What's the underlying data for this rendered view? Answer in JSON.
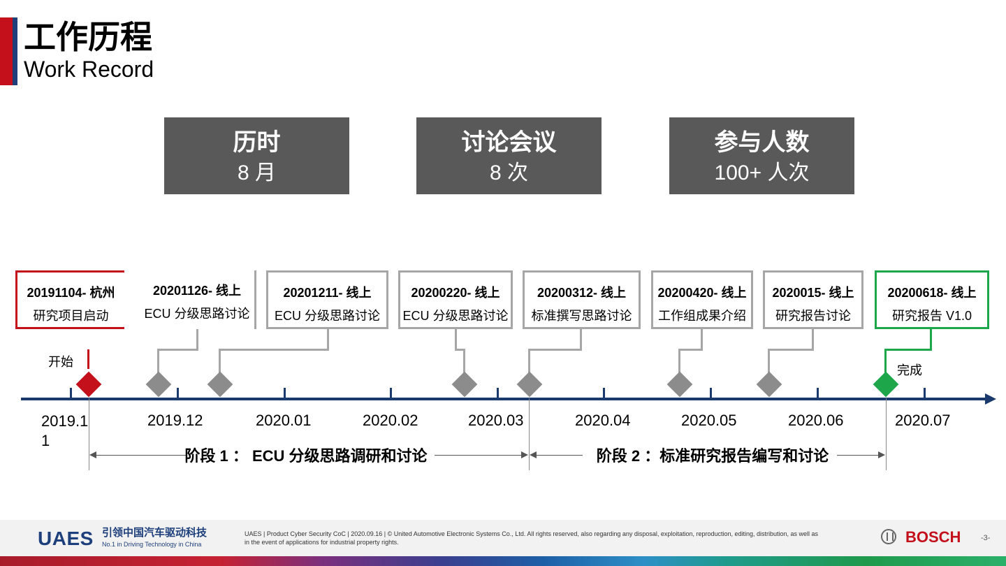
{
  "header": {
    "title_cn": "工作历程",
    "title_en": "Work Record"
  },
  "stats": [
    {
      "label": "历时",
      "value": "8  月"
    },
    {
      "label": "讨论会议",
      "value": "8  次"
    },
    {
      "label": "参与人数",
      "value": "100+  人次"
    }
  ],
  "events": [
    {
      "date": "20191104- 杭州",
      "title": "研究项目启动"
    },
    {
      "date": "20201126- 线上",
      "title": "ECU 分级思路讨论"
    },
    {
      "date": "20201211- 线上",
      "title": "ECU 分级思路讨论"
    },
    {
      "date": "20200220- 线上",
      "title": "ECU 分级思路讨论"
    },
    {
      "date": "20200312- 线上",
      "title": "标准撰写思路讨论"
    },
    {
      "date": "20200420- 线上",
      "title": "工作组成果介绍"
    },
    {
      "date": "2020015- 线上",
      "title": "研究报告讨论"
    },
    {
      "date": "20200618- 线上",
      "title": "研究报告 V1.0"
    }
  ],
  "timeline": {
    "months": [
      "2019.1\n1",
      "2019.12",
      "2020.01",
      "2020.02",
      "2020.03",
      "2020.04",
      "2020.05",
      "2020.06",
      "2020.07"
    ],
    "start_label": "开始",
    "end_label": "完成",
    "phase1": "阶段 1 ： ECU 分级思路调研和讨论",
    "phase2": "阶段 2 ：标准研究报告编写和讨论"
  },
  "footer": {
    "logo": "UAES",
    "slogan_cn": "引领中国汽车驱动科技",
    "slogan_en": "No.1 in Driving Technology in China",
    "legal": "UAES | Product Cyber Security CoC | 2020.09.16 | © United Automotive Electronic Systems Co., Ltd. All rights reserved, also regarding any disposal, exploitation, reproduction, editing, distribution, as well as in the event of applications for industrial property rights.",
    "brand": "BOSCH",
    "page": "-3-"
  },
  "colors": {
    "accent_red": "#c3101b",
    "navy": "#1a3a6e",
    "stat_grey": "#595959",
    "milestone_grey": "#8c8c8c",
    "finish_green": "#1ea64b"
  }
}
